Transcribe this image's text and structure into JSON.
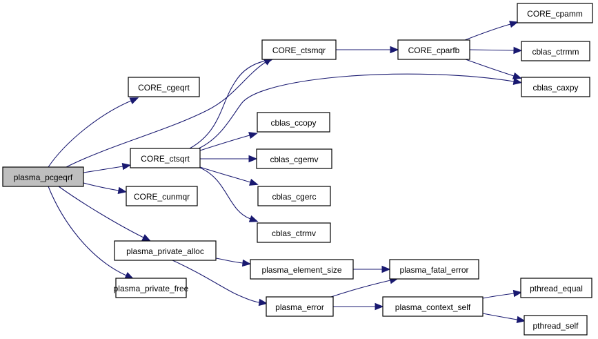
{
  "diagram": {
    "type": "call-graph",
    "root": "plasma_pcgeqrf",
    "colors": {
      "edge": "#191970",
      "root_fill": "#bfbfbf",
      "node_fill": "#ffffff",
      "node_stroke": "#000000"
    },
    "nodes": [
      {
        "id": "plasma_pcgeqrf",
        "label": "plasma_pcgeqrf"
      },
      {
        "id": "CORE_cgeqrt",
        "label": "CORE_cgeqrt"
      },
      {
        "id": "CORE_ctsqrt",
        "label": "CORE_ctsqrt"
      },
      {
        "id": "CORE_cunmqr",
        "label": "CORE_cunmqr"
      },
      {
        "id": "plasma_private_alloc",
        "label": "plasma_private_alloc"
      },
      {
        "id": "plasma_private_free",
        "label": "plasma_private_free"
      },
      {
        "id": "CORE_ctsmqr",
        "label": "CORE_ctsmqr"
      },
      {
        "id": "CORE_cparfb",
        "label": "CORE_cparfb"
      },
      {
        "id": "CORE_cpamm",
        "label": "CORE_cpamm"
      },
      {
        "id": "cblas_ctrmm",
        "label": "cblas_ctrmm"
      },
      {
        "id": "cblas_caxpy",
        "label": "cblas_caxpy"
      },
      {
        "id": "cblas_ccopy",
        "label": "cblas_ccopy"
      },
      {
        "id": "cblas_cgemv",
        "label": "cblas_cgemv"
      },
      {
        "id": "cblas_cgerc",
        "label": "cblas_cgerc"
      },
      {
        "id": "cblas_ctrmv",
        "label": "cblas_ctrmv"
      },
      {
        "id": "plasma_element_size",
        "label": "plasma_element_size"
      },
      {
        "id": "plasma_fatal_error",
        "label": "plasma_fatal_error"
      },
      {
        "id": "plasma_error",
        "label": "plasma_error"
      },
      {
        "id": "plasma_context_self",
        "label": "plasma_context_self"
      },
      {
        "id": "pthread_equal",
        "label": "pthread_equal"
      },
      {
        "id": "pthread_self",
        "label": "pthread_self"
      }
    ],
    "edges": [
      {
        "from": "plasma_pcgeqrf",
        "to": "CORE_cgeqrt"
      },
      {
        "from": "plasma_pcgeqrf",
        "to": "CORE_ctsmqr"
      },
      {
        "from": "plasma_pcgeqrf",
        "to": "CORE_ctsqrt"
      },
      {
        "from": "plasma_pcgeqrf",
        "to": "CORE_cunmqr"
      },
      {
        "from": "plasma_pcgeqrf",
        "to": "plasma_private_alloc"
      },
      {
        "from": "plasma_pcgeqrf",
        "to": "plasma_private_free"
      },
      {
        "from": "CORE_ctsqrt",
        "to": "CORE_ctsmqr"
      },
      {
        "from": "CORE_ctsqrt",
        "to": "cblas_caxpy"
      },
      {
        "from": "CORE_ctsqrt",
        "to": "cblas_ccopy"
      },
      {
        "from": "CORE_ctsqrt",
        "to": "cblas_cgemv"
      },
      {
        "from": "CORE_ctsqrt",
        "to": "cblas_cgerc"
      },
      {
        "from": "CORE_ctsqrt",
        "to": "cblas_ctrmv"
      },
      {
        "from": "CORE_ctsmqr",
        "to": "CORE_cparfb"
      },
      {
        "from": "CORE_cparfb",
        "to": "CORE_cpamm"
      },
      {
        "from": "CORE_cparfb",
        "to": "cblas_ctrmm"
      },
      {
        "from": "CORE_cparfb",
        "to": "cblas_caxpy"
      },
      {
        "from": "plasma_private_alloc",
        "to": "plasma_element_size"
      },
      {
        "from": "plasma_private_alloc",
        "to": "plasma_error"
      },
      {
        "from": "plasma_element_size",
        "to": "plasma_fatal_error"
      },
      {
        "from": "plasma_error",
        "to": "plasma_fatal_error"
      },
      {
        "from": "plasma_error",
        "to": "plasma_context_self"
      },
      {
        "from": "plasma_context_self",
        "to": "pthread_equal"
      },
      {
        "from": "plasma_context_self",
        "to": "pthread_self"
      }
    ]
  }
}
